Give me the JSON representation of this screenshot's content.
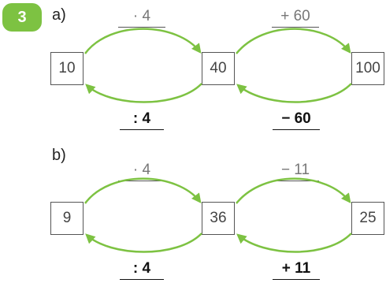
{
  "exercise_number": "3",
  "accent_color": "#7dc242",
  "part_a": {
    "label": "a)",
    "boxes": [
      "10",
      "40",
      "100"
    ],
    "top_ops": [
      "· 4",
      "+ 60"
    ],
    "bottom_ops": [
      ": 4",
      "− 60"
    ]
  },
  "part_b": {
    "label": "b)",
    "boxes": [
      "9",
      "36",
      "25"
    ],
    "top_ops": [
      "· 4",
      "− 11"
    ],
    "bottom_ops": [
      ": 4",
      "+ 11"
    ]
  }
}
